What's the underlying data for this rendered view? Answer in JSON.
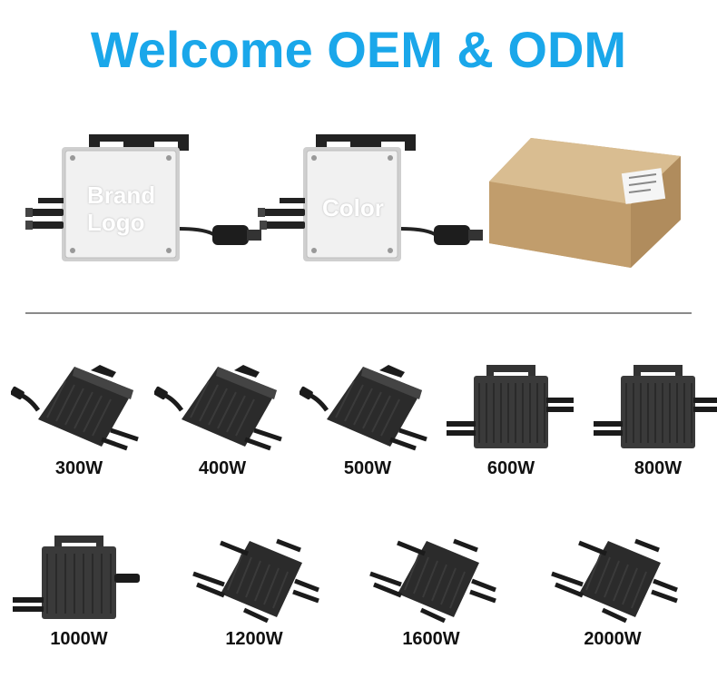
{
  "header": {
    "title": "Welcome OEM & ODM"
  },
  "customization": {
    "brand_logo": {
      "line1": "Brand",
      "line2": "Logo"
    },
    "color": {
      "label": "Color"
    }
  },
  "products": [
    {
      "label": "300W",
      "style": "diamond-1"
    },
    {
      "label": "400W",
      "style": "diamond-1"
    },
    {
      "label": "500W",
      "style": "diamond-1"
    },
    {
      "label": "600W",
      "style": "bracket-2"
    },
    {
      "label": "800W",
      "style": "bracket-2"
    },
    {
      "label": "1000W",
      "style": "bracket-1"
    },
    {
      "label": "1200W",
      "style": "diamond-4"
    },
    {
      "label": "1600W",
      "style": "diamond-4"
    },
    {
      "label": "2000W",
      "style": "diamond-4"
    }
  ],
  "colors": {
    "title": "#1aa7ea",
    "device_dark": "#2b2b2b",
    "device_light": "#f1f1f1",
    "box": "#c9a878"
  }
}
